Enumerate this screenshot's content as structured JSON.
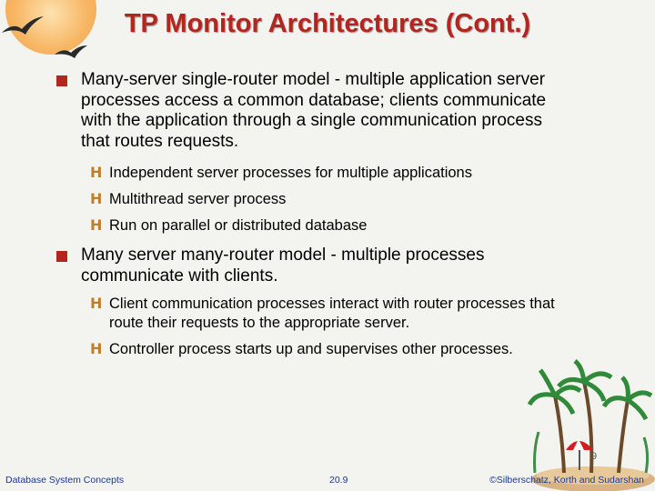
{
  "title": "TP Monitor Architectures (Cont.)",
  "bullets": [
    {
      "text": "Many-server single-router model - multiple  application server processes access a common database; clients communicate with the application through a single communication process that routes requests.",
      "sub": [
        "Independent server processes for multiple applications",
        "Multithread server process",
        "Run on parallel or distributed database"
      ]
    },
    {
      "text": "Many server many-router model - multiple processes communicate with clients.",
      "sub": [
        "Client communication processes interact with router processes that route their requests to the appropriate server.",
        "Controller process starts up and supervises other processes."
      ]
    }
  ],
  "sub_marker": "H",
  "page_badge": "9",
  "footer": {
    "left": "Database System Concepts",
    "center": "20.9",
    "right": "©Silberschatz, Korth and Sudarshan"
  },
  "colors": {
    "title": "#b3261e",
    "bullet": "#b3261e",
    "sub_marker": "#c07d2a",
    "footer": "#1a3a8a"
  },
  "decorations": [
    "sun-icon",
    "seagull-icon",
    "palm-island-icon",
    "beach-umbrella-icon"
  ]
}
